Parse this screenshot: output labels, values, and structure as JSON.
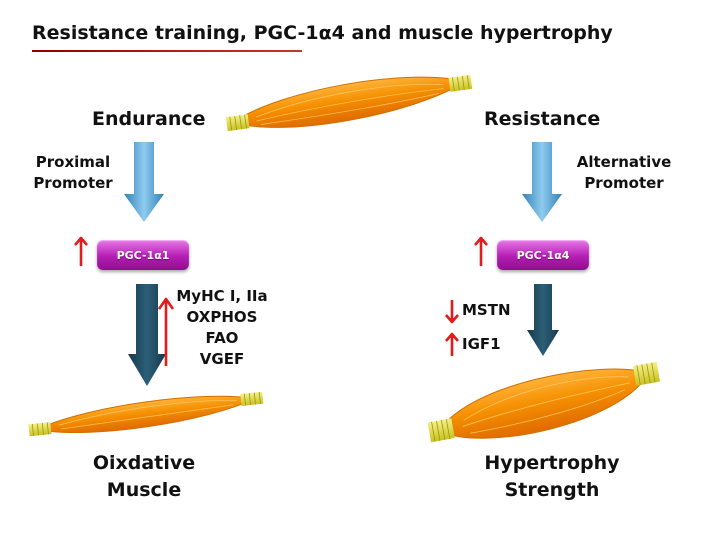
{
  "title": "Resistance training, PGC-1α4 and muscle hypertrophy",
  "left": {
    "heading": "Endurance",
    "promoter_line1": "Proximal",
    "promoter_line2": "Promoter",
    "pgc_label": "PGC-1α1",
    "genes": [
      "MyHC I, IIa",
      "OXPHOS",
      "FAO",
      "VGEF"
    ],
    "outcome_line1": "Oixdative",
    "outcome_line2": "Muscle"
  },
  "right": {
    "heading": "Resistance",
    "promoter_line1": "Alternative",
    "promoter_line2": "Promoter",
    "pgc_label": "PGC-1α4",
    "gene_down": "MSTN",
    "gene_up": "IGF1",
    "outcome_line1": "Hypertrophy",
    "outcome_line2": "Strength"
  },
  "colors": {
    "up_arrow": "#e31b1b",
    "down_arrow": "#e31b1b",
    "light_arrow": "#5aa6d6",
    "dark_arrow": "#1e4a5f",
    "pill": "#b51eb4",
    "muscle": "#f28a00",
    "tendon": "#e6e04a",
    "title_rule": "#b22222"
  },
  "icons": {
    "muscle": "muscle-fiber-icon",
    "up": "red-up-arrow-icon",
    "down": "red-down-arrow-icon"
  }
}
